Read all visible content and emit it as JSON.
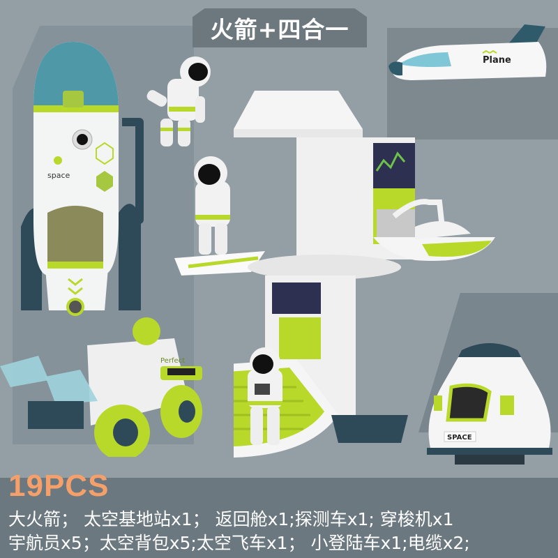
{
  "header": {
    "title": "火箭+四合一"
  },
  "summary": {
    "piece_count": "19PCS"
  },
  "contents": {
    "line1": "大火箭； 太空基地站x1； 返回舱x1;探测车x1; 穿梭机x1",
    "line2": "宇航员x5；太空背包x5;太空飞车x1； 小登陆车x1;电缆x2;"
  },
  "toys": {
    "rocket": {
      "label": "space"
    },
    "shuttle": {
      "label": "Plane"
    },
    "capsule": {
      "label": "SPACE"
    },
    "rover": {
      "label": "Perfect"
    }
  },
  "colors": {
    "background": "#939ea5",
    "panel": "#6c777e",
    "accent_green": "#b8d82a",
    "accent_teal": "#2e4a58",
    "pcs_orange": "#f5a06a"
  }
}
